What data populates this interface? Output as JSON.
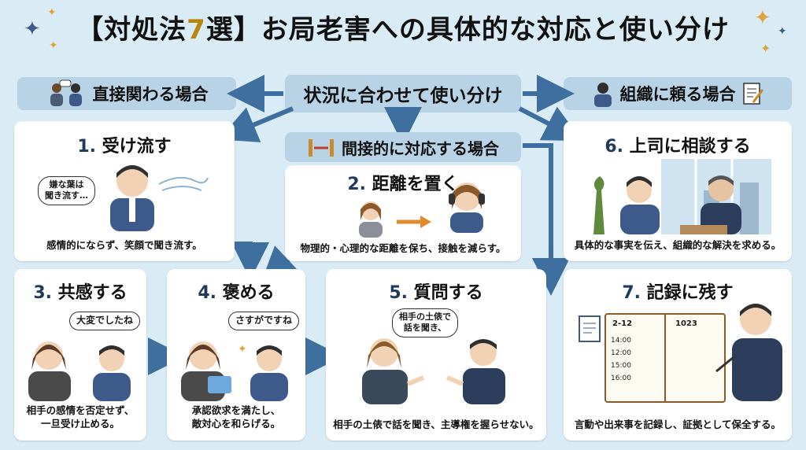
{
  "title": {
    "prefix": "【対処法",
    "num": "7",
    "suffix": "選】お局老害への具体的な対応と使い分け"
  },
  "center_label": "状況に合わせて使い分け",
  "left_label": "直接関わる場合",
  "right_label": "組織に頼る場合",
  "mid_label": "間接的に対応する場合",
  "cards": [
    {
      "num": "1.",
      "title": "受け流す",
      "bubble": "嫌な葉は\n聞き流す…",
      "caption": "感情的にならず、笑顔で聞き流す。"
    },
    {
      "num": "2.",
      "title": "距離を置く",
      "caption": "物理的・心理的な距離を保ち、接触を減らす。"
    },
    {
      "num": "6.",
      "title": "上司に相談する",
      "caption": "具体的な事実を伝え、組織的な解決を求める。"
    },
    {
      "num": "3.",
      "title": "共感する",
      "bubble": "大変でしたね",
      "caption": "相手の感情を否定せず、\n一旦受け止める。"
    },
    {
      "num": "4.",
      "title": "褒める",
      "bubble": "さすがですね",
      "caption": "承認欲求を満たし、\n敵対心を和らげる。"
    },
    {
      "num": "5.",
      "title": "質問する",
      "bubble": "相手の土俵で\n話を聞き、",
      "caption": "相手の土俵で話を聞き、主導権を握らせない。"
    },
    {
      "num": "7.",
      "title": "記録に残す",
      "caption": "言動や出来事を記録し、証拠として保全する。"
    }
  ],
  "notebook": {
    "left_date": "2-12",
    "right_date": "1023",
    "times": [
      "14:00",
      "12:00",
      "15:00",
      "16:00"
    ]
  },
  "colors": {
    "background": "#d9ecf6",
    "pill": "#b9d3e6",
    "arrow": "#3e6f9e",
    "title_accent": "#b8860b"
  }
}
